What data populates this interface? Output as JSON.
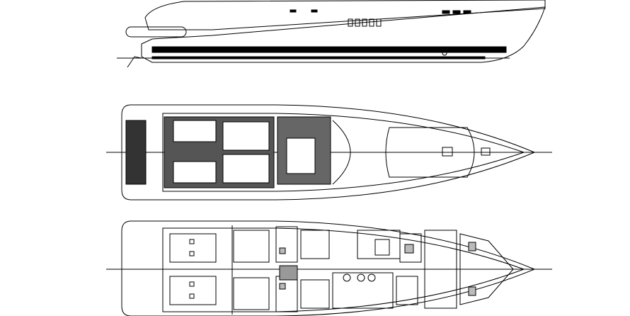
{
  "drawing": {
    "views": [
      "side-profile",
      "main-deck-plan",
      "lower-deck-plan"
    ],
    "colors": {
      "line": "#000000",
      "background": "#ffffff",
      "hull-stripe": "#000000"
    }
  }
}
